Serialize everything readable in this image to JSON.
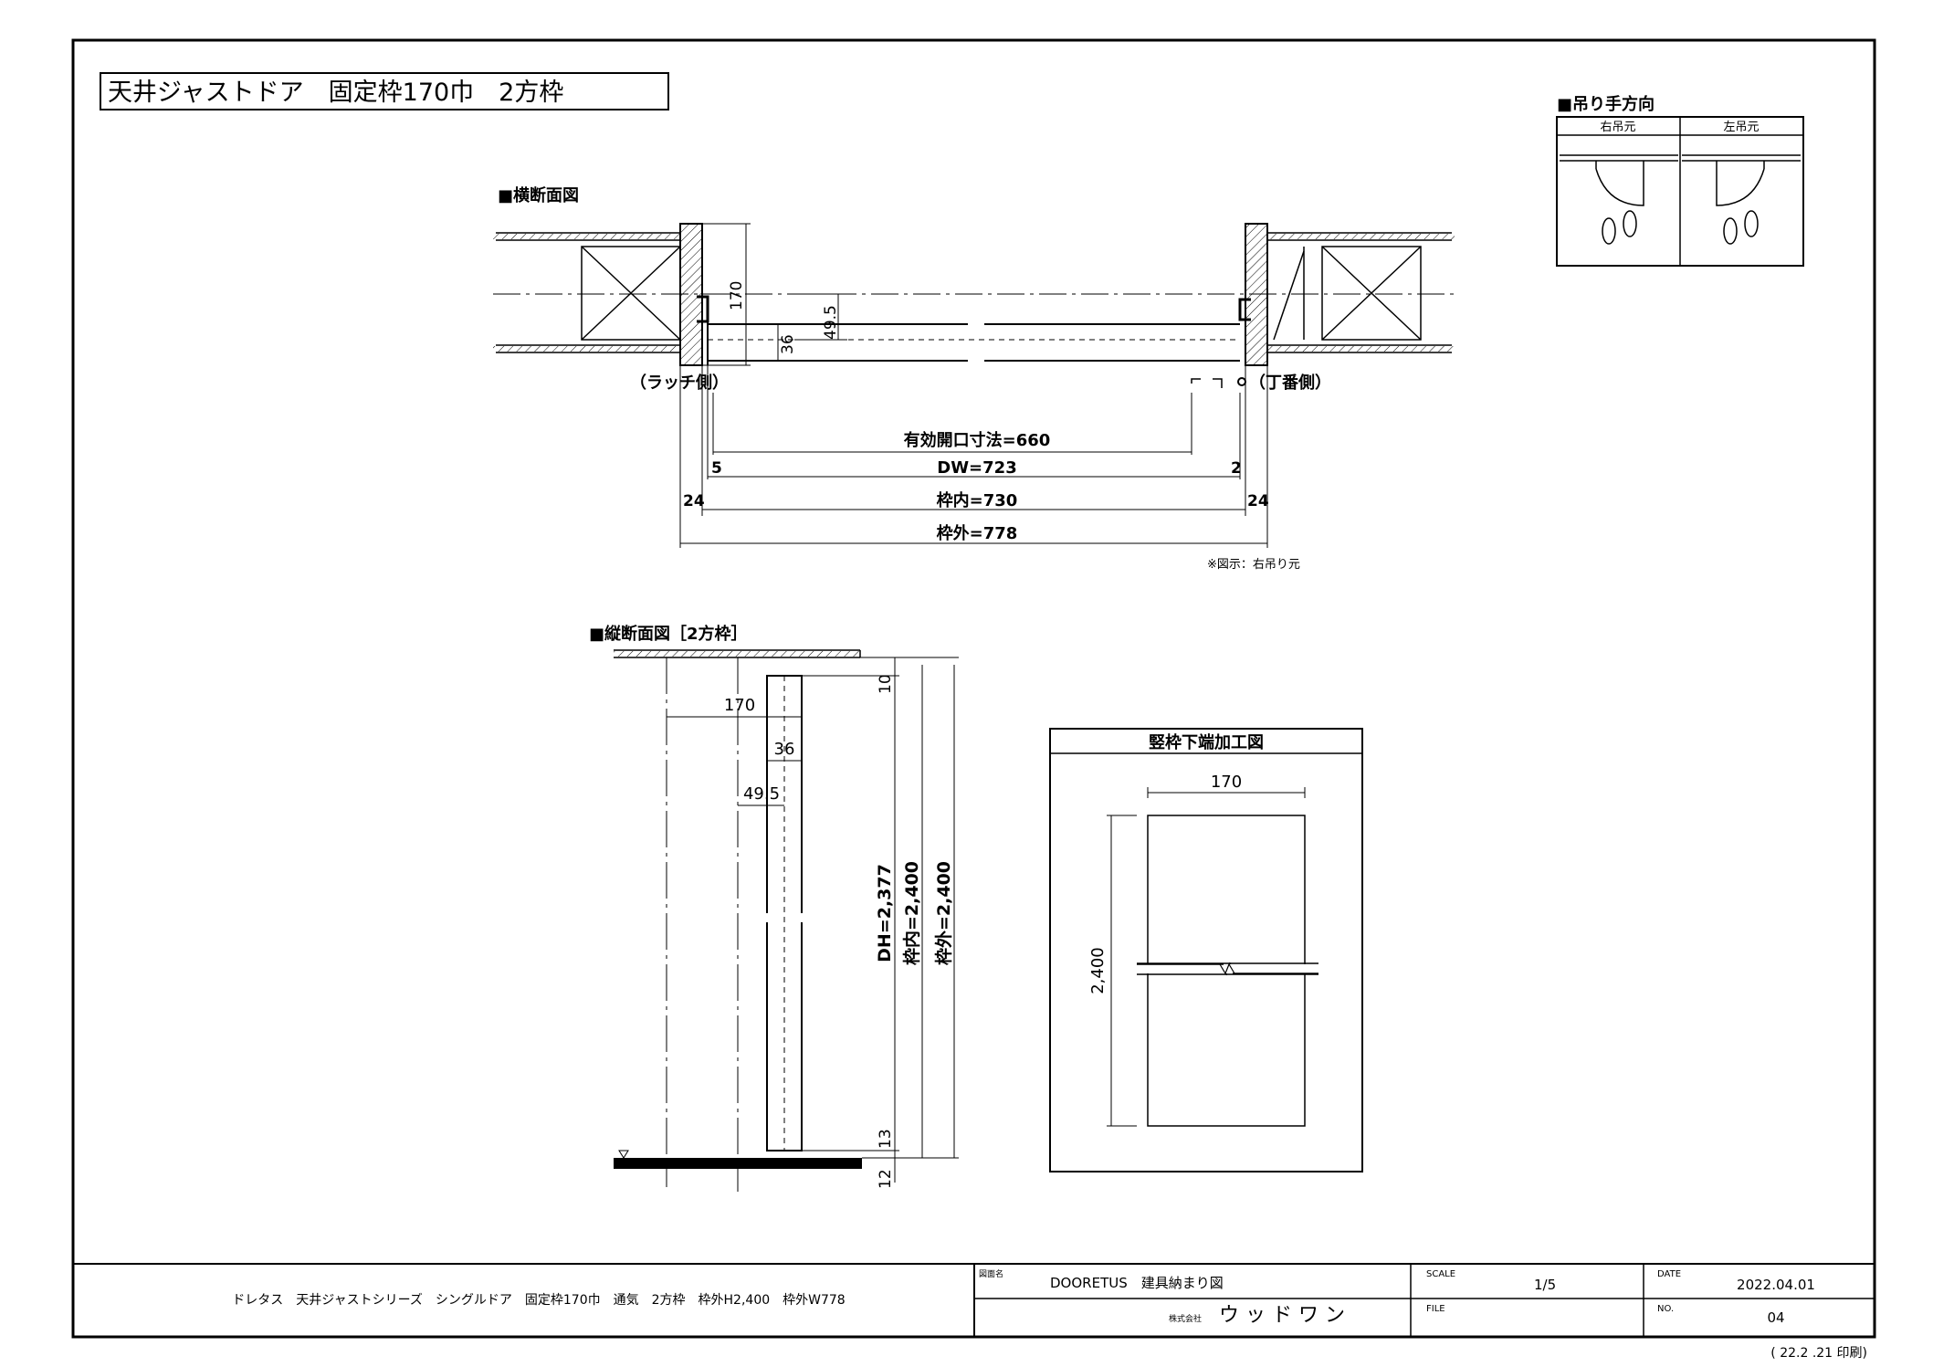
{
  "title": "天井ジャストドア　固定枠170巾　2方枠",
  "hanging_direction": {
    "heading": "■吊り手方向",
    "right_label": "右吊元",
    "left_label": "左吊元"
  },
  "plan_section": {
    "heading": "■横断面図",
    "latch_side": "（ラッチ側）",
    "hinge_side": "（丁番側）",
    "dim_170": "170",
    "dim_495": "49.5",
    "dim_36": "36",
    "effective_opening": "有効開口寸法=660",
    "dw_left": "5",
    "dw": "DW=723",
    "dw_right": "2",
    "inner_left": "24",
    "inner": "枠内=730",
    "inner_right": "24",
    "outer": "枠外=778",
    "note": "※図示：右吊り元"
  },
  "vertical_section": {
    "heading": "■縦断面図［2方枠］",
    "dim_170": "170",
    "dim_36": "36",
    "dim_495": "49.5",
    "dim_10": "10",
    "dim_13": "13",
    "dim_12": "12",
    "dh": "DH=2,377",
    "inner_h": "枠内=2,400",
    "outer_h": "枠外=2,400"
  },
  "bottom_detail": {
    "title": "竪枠下端加工図",
    "width": "170",
    "height": "2,400"
  },
  "title_block": {
    "description": "ドレタス　天井ジャストシリーズ　シングルドア　固定枠170巾　通気　2方枠　枠外H2,400　枠外W778",
    "drawing_label": "図面名",
    "drawing_name": "DOORETUS　建具納まり図",
    "company_prefix": "株式会社",
    "company": "ウ ッ ド ワ ン",
    "scale_label": "SCALE",
    "scale": "1/5",
    "file_label": "FILE",
    "date_label": "DATE",
    "date": "2022.04.01",
    "no_label": "NO.",
    "no": "04",
    "print_note": "( 22.2 .21 印刷)"
  }
}
